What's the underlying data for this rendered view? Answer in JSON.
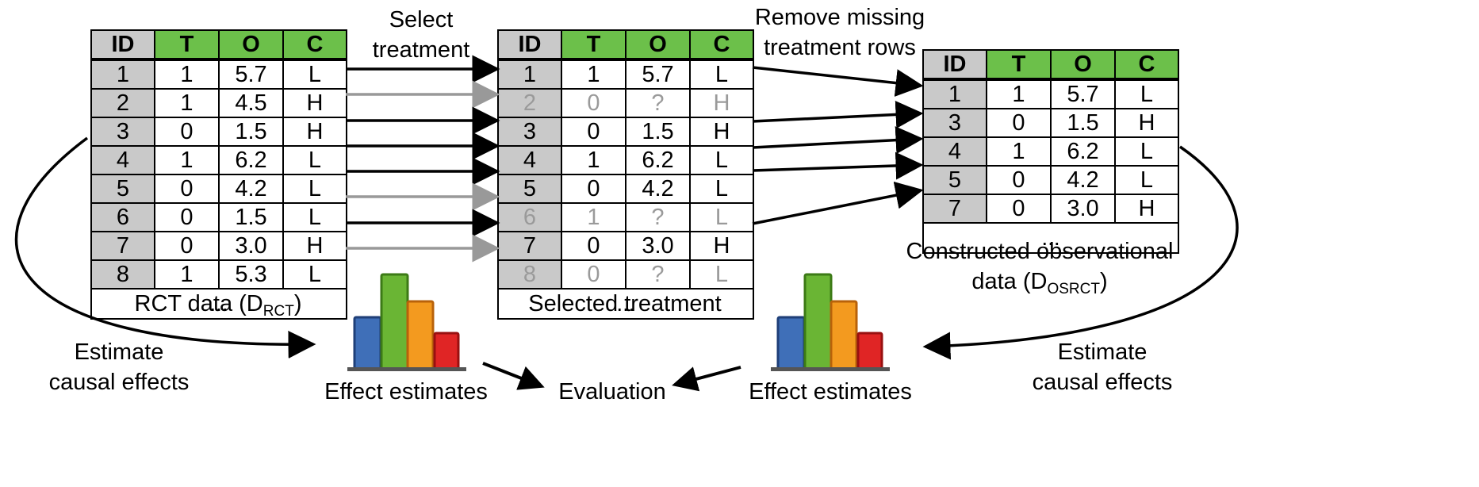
{
  "columns": [
    "ID",
    "T",
    "O",
    "C"
  ],
  "ellipsis": "...",
  "colors": {
    "id_header": "#c9c9c9",
    "column_header": "#6cc04a",
    "missing_text": "#9a9a9a",
    "arrow_active": "#000000",
    "arrow_missing": "#999999",
    "bar_blue": "#3f6fb8",
    "bar_green": "#6ab534",
    "bar_orange": "#f39a1f",
    "bar_red": "#e02525"
  },
  "rct_table": {
    "caption_main": "RCT data (D",
    "caption_sub": "RCT",
    "caption_end": ")",
    "rows": [
      {
        "id": "1",
        "t": "1",
        "o": "5.7",
        "c": "L"
      },
      {
        "id": "2",
        "t": "1",
        "o": "4.5",
        "c": "H"
      },
      {
        "id": "3",
        "t": "0",
        "o": "1.5",
        "c": "H"
      },
      {
        "id": "4",
        "t": "1",
        "o": "6.2",
        "c": "L"
      },
      {
        "id": "5",
        "t": "0",
        "o": "4.2",
        "c": "L"
      },
      {
        "id": "6",
        "t": "0",
        "o": "1.5",
        "c": "L"
      },
      {
        "id": "7",
        "t": "0",
        "o": "3.0",
        "c": "H"
      },
      {
        "id": "8",
        "t": "1",
        "o": "5.3",
        "c": "L"
      }
    ]
  },
  "selected_table": {
    "caption": "Selected treatment",
    "rows": [
      {
        "id": "1",
        "t": "1",
        "o": "5.7",
        "c": "L",
        "missing": false
      },
      {
        "id": "2",
        "t": "0",
        "o": "?",
        "c": "H",
        "missing": true
      },
      {
        "id": "3",
        "t": "0",
        "o": "1.5",
        "c": "H",
        "missing": false
      },
      {
        "id": "4",
        "t": "1",
        "o": "6.2",
        "c": "L",
        "missing": false
      },
      {
        "id": "5",
        "t": "0",
        "o": "4.2",
        "c": "L",
        "missing": false
      },
      {
        "id": "6",
        "t": "1",
        "o": "?",
        "c": "L",
        "missing": true
      },
      {
        "id": "7",
        "t": "0",
        "o": "3.0",
        "c": "H",
        "missing": false
      },
      {
        "id": "8",
        "t": "0",
        "o": "?",
        "c": "L",
        "missing": true
      }
    ]
  },
  "observational_table": {
    "caption_line1": "Constructed observational",
    "caption_line2_main": "data (D",
    "caption_line2_sub": "OSRCT",
    "caption_line2_end": ")",
    "rows": [
      {
        "id": "1",
        "t": "1",
        "o": "5.7",
        "c": "L"
      },
      {
        "id": "3",
        "t": "0",
        "o": "1.5",
        "c": "H"
      },
      {
        "id": "4",
        "t": "1",
        "o": "6.2",
        "c": "L"
      },
      {
        "id": "5",
        "t": "0",
        "o": "4.2",
        "c": "L"
      },
      {
        "id": "7",
        "t": "0",
        "o": "3.0",
        "c": "H"
      }
    ]
  },
  "labels": {
    "select_treatment_line1": "Select",
    "select_treatment_line2": "treatment",
    "remove_missing_line1": "Remove missing",
    "remove_missing_line2": "treatment rows",
    "estimate_left_line1": "Estimate",
    "estimate_left_line2": "causal effects",
    "estimate_right_line1": "Estimate",
    "estimate_right_line2": "causal effects",
    "effect_estimates_left": "Effect estimates",
    "effect_estimates_right": "Effect estimates",
    "evaluation": "Evaluation"
  },
  "icons": {
    "bar_chart_left": "bar-chart-icon",
    "bar_chart_right": "bar-chart-icon"
  }
}
